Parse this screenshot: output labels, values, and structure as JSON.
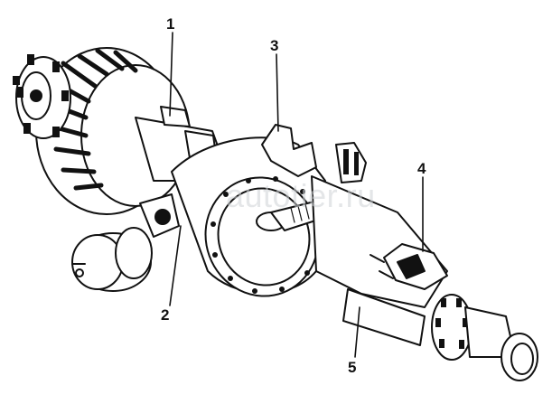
{
  "diagram": {
    "watermark": "autotier.ru",
    "callouts": [
      {
        "id": "1",
        "label": "1"
      },
      {
        "id": "2",
        "label": "2"
      },
      {
        "id": "3",
        "label": "3"
      },
      {
        "id": "4",
        "label": "4"
      },
      {
        "id": "5",
        "label": "5"
      }
    ],
    "colors": {
      "line": "#111111",
      "fill": "#ffffff",
      "shade": "#1a1a1a",
      "watermark": "#cfd3d6"
    }
  }
}
